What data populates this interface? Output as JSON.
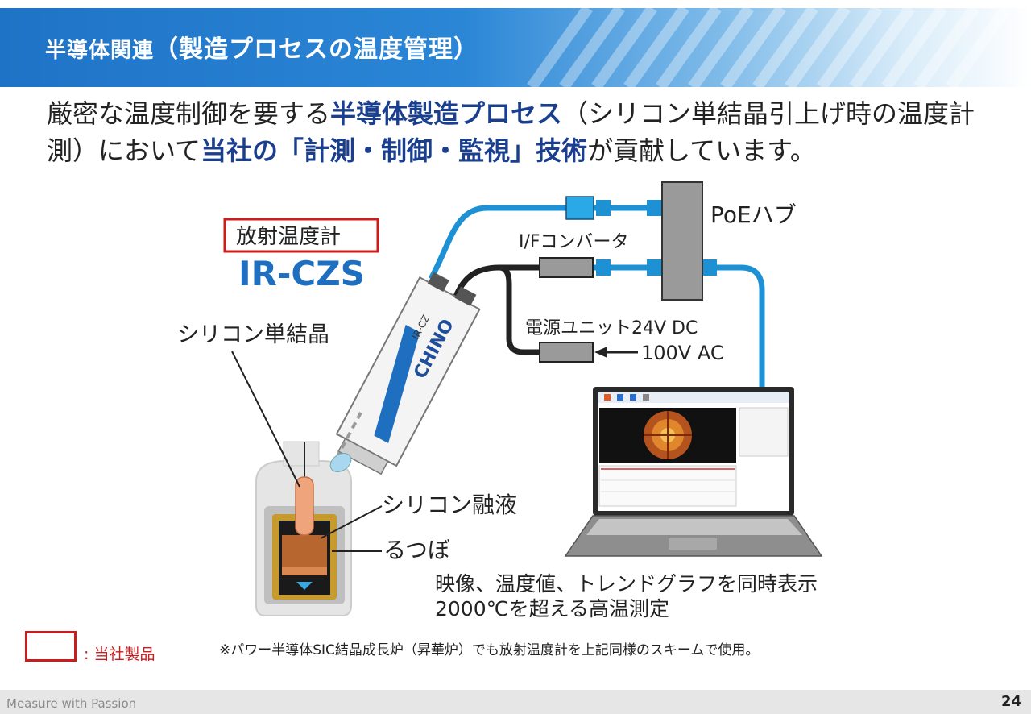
{
  "header": {
    "title": "半導体関連",
    "title_paren": "（製造プロセスの温度管理）"
  },
  "lead": {
    "p1": "厳密な温度制御を要する",
    "b1": "半導体製造プロセス",
    "p2": "（シリコン単結晶引上げ時の温度計測）において",
    "b2": "当社の「計測・制御・監視」技術",
    "p3": "が貢献しています。"
  },
  "diagram": {
    "thermometer_label": "放射温度計",
    "product_model": "IR-CZS",
    "device_brand": "CHINO",
    "device_model": "IR-CZ",
    "poe_hub": "PoEハブ",
    "if_converter": "I/Fコンバータ",
    "power_unit": "電源ユニット24V DC",
    "ac_input": "100V AC",
    "silicon_crystal": "シリコン単結晶",
    "silicon_melt": "シリコン融液",
    "crucible": "るつぼ",
    "caption_line1": "映像、温度値、トレンドグラフを同時表示",
    "caption_line2": "2000℃を超える高温測定"
  },
  "legend": {
    "label": ": 当社製品"
  },
  "note": "※パワー半導体SIC結晶成長炉（昇華炉）でも放射温度計を上記同様のスキームで使用。",
  "footer": {
    "slogan": "Measure with Passion",
    "page": "24"
  },
  "colors": {
    "header_blue": "#1f73c6",
    "cable_blue": "#1e90d4",
    "highlight_text": "#1b3f8f",
    "legend_red": "#cc1b1b",
    "product_blue": "#1f6fc0"
  }
}
